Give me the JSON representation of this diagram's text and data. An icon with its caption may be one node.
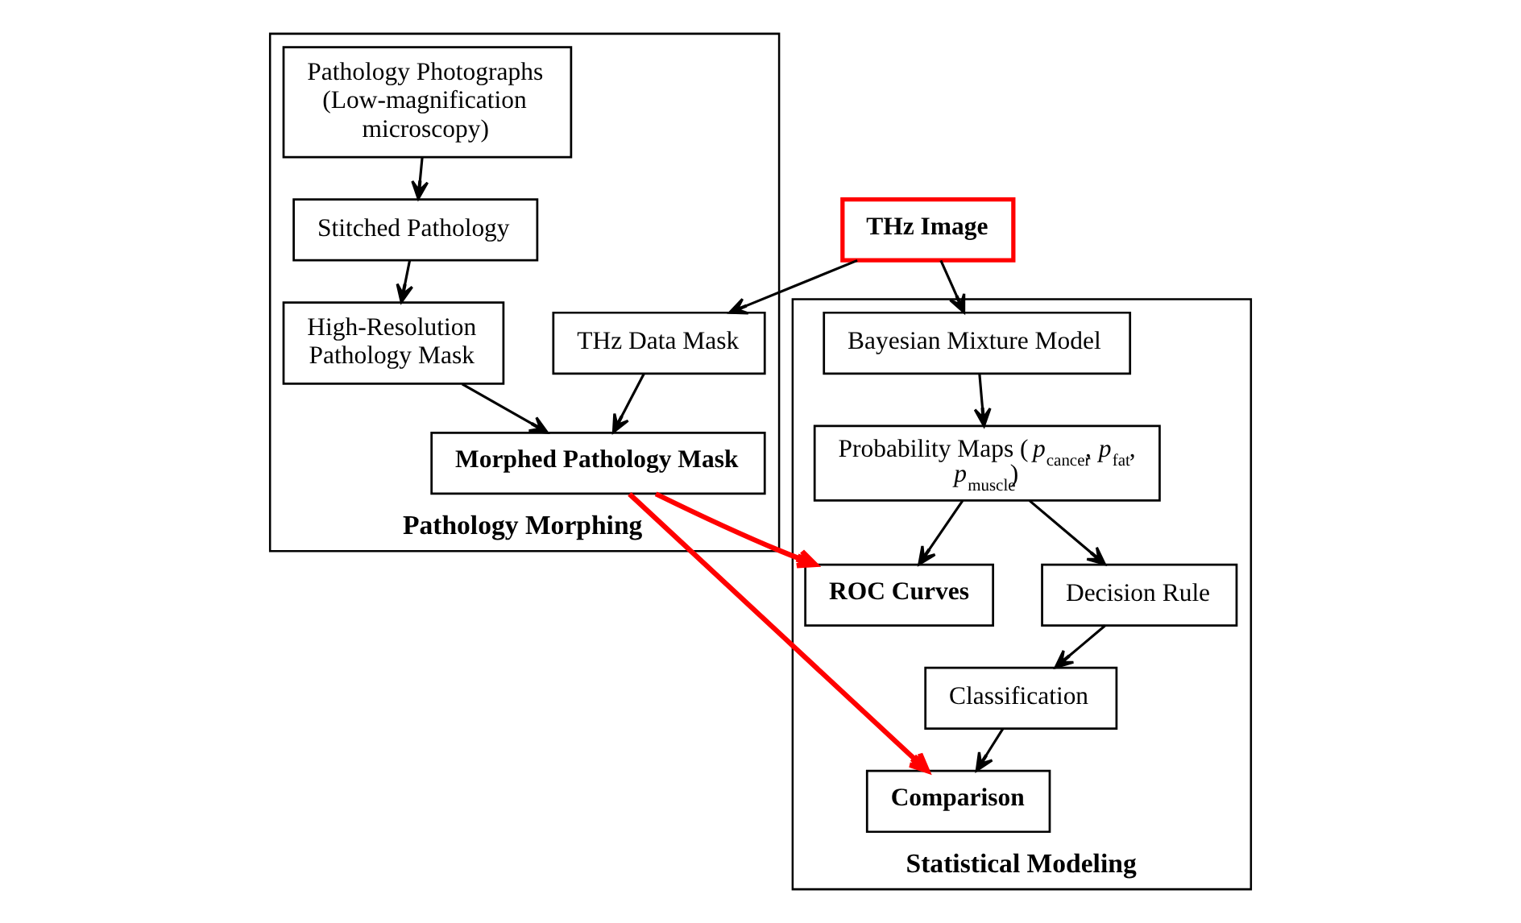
{
  "diagram": {
    "nodes": [
      {
        "text": [
          "THz Image"
        ]
      },
      {
        "text": [
          "Pathology Morphing"
        ]
      },
      {
        "text": [
          "Pathology Photographs (Low-magnification microscopy)"
        ],
        "in": 1
      },
      {
        "text": [
          "Stitched Pathology"
        ],
        "in": 1
      },
      {
        "text": [
          "High-Resolution Pathology Mask"
        ],
        "in": 1
      },
      {
        "text": [
          "THz Data Mask"
        ],
        "in": 1
      },
      {
        "text": [
          "Morphed Pathology Mask"
        ],
        "in": 1
      },
      {
        "text": [
          "Statistical Modeling"
        ]
      },
      {
        "text": [
          "Bayesian Mixture Model"
        ],
        "in": 7
      },
      {
        "text": [
          "Probability Maps (*p*$_{cancer}$, *p*$_{fat}$, *p*$_{muscle}$)"
        ],
        "in": 7
      },
      {
        "text": [
          "Decision Rule"
        ],
        "in": 7
      },
      {
        "text": [
          "ROC Curves"
        ],
        "in": 7
      },
      {
        "text": [
          "Classification"
        ],
        "in": 7
      },
      {
        "text": [
          "Comparison"
        ],
        "in": 7
      }
    ],
    "edges": [
      {
        "from": 0,
        "to": 8,
        "arrow": "to"
      },
      {
        "from": 0,
        "to": 5,
        "arrow": "to"
      },
      {
        "from": 2,
        "to": 3,
        "arrow": "to"
      },
      {
        "from": 3,
        "to": 4,
        "arrow": "to"
      },
      {
        "from": 4,
        "to": 6,
        "arrow": "to"
      },
      {
        "from": 5,
        "to": 6,
        "arrow": "to"
      },
      {
        "from": 8,
        "to": 9,
        "arrow": "to"
      },
      {
        "from": 9,
        "to": 10,
        "arrow": "to"
      },
      {
        "from": 10,
        "to": 12,
        "arrow": "to"
      },
      {
        "from": 12,
        "to": 13,
        "arrow": "to"
      },
      {
        "from": 9,
        "to": 11,
        "arrow": "to"
      },
      {
        "from": 6,
        "to": 11,
        "arrow": "to",
        "style": "thick",
        "color": "#ff0000"
      },
      {
        "from": 6,
        "to": 13,
        "arrow": "to",
        "style": "thick",
        "color": "#ff0000"
      }
    ]
  }
}
